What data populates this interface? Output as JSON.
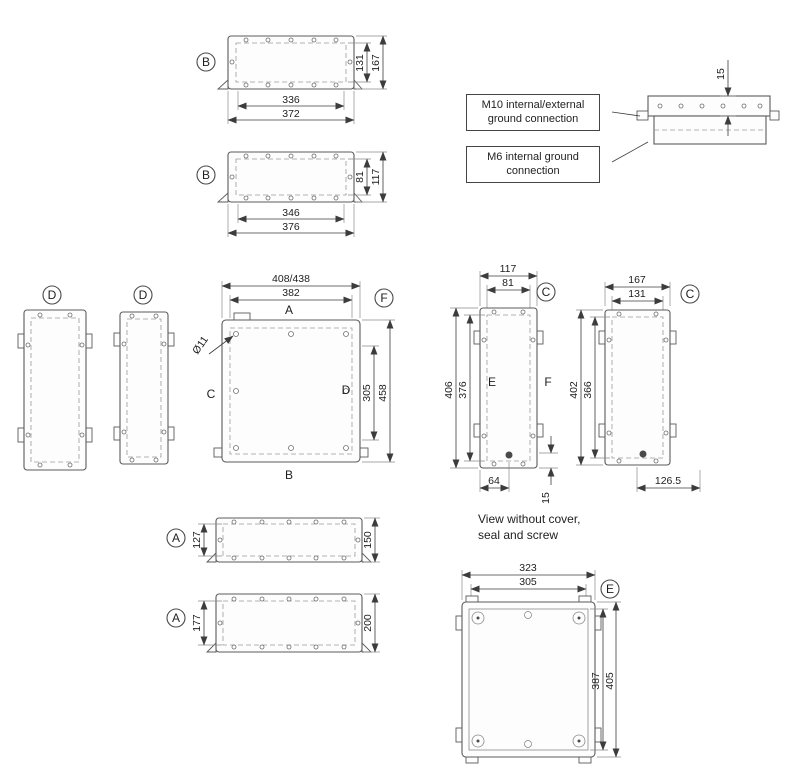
{
  "drawing": {
    "view_labels": {
      "b1": "B",
      "b2": "B",
      "d1": "D",
      "d2": "D",
      "f": "F",
      "c_mid": "C",
      "c_right": "C",
      "a1": "A",
      "a2": "A",
      "e_bottom": "E"
    },
    "side_letters": {
      "front_top": "A",
      "front_bottom": "B",
      "front_left": "C",
      "front_right": "D",
      "e": "E",
      "f": "F"
    },
    "annotations": {
      "m10_line1": "M10 internal/external",
      "m10_line2": "ground connection",
      "m6_line1": "M6 internal ground",
      "m6_line2": "connection",
      "note_line1": "View without cover,",
      "note_line2": "seal and screw",
      "hole_dia": "Ø11"
    },
    "dims": {
      "b1_inner_w": "336",
      "b1_outer_w": "372",
      "b1_inner_h": "131",
      "b1_outer_h": "167",
      "b2_inner_w": "346",
      "b2_outer_w": "376",
      "b2_inner_h": "81",
      "b2_outer_h": "117",
      "lid_depth": "15",
      "front_outer_w": "408/438",
      "front_inner_w": "382",
      "front_inner_h": "305",
      "front_outer_h": "458",
      "e_outer_w": "117",
      "e_inner_w": "81",
      "e_outer_h": "406",
      "e_inner_h": "376",
      "e_offset": "64",
      "e_depth": "15",
      "c_outer_w": "167",
      "c_inner_w": "131",
      "c_outer_h": "402",
      "c_inner_h": "366",
      "c_offset": "126.5",
      "a1_inner_h": "127",
      "a1_outer_h": "150",
      "a2_inner_h": "177",
      "a2_outer_h": "200",
      "open_outer_w": "323",
      "open_inner_w": "305",
      "open_inner_h": "387",
      "open_outer_h": "405"
    }
  }
}
